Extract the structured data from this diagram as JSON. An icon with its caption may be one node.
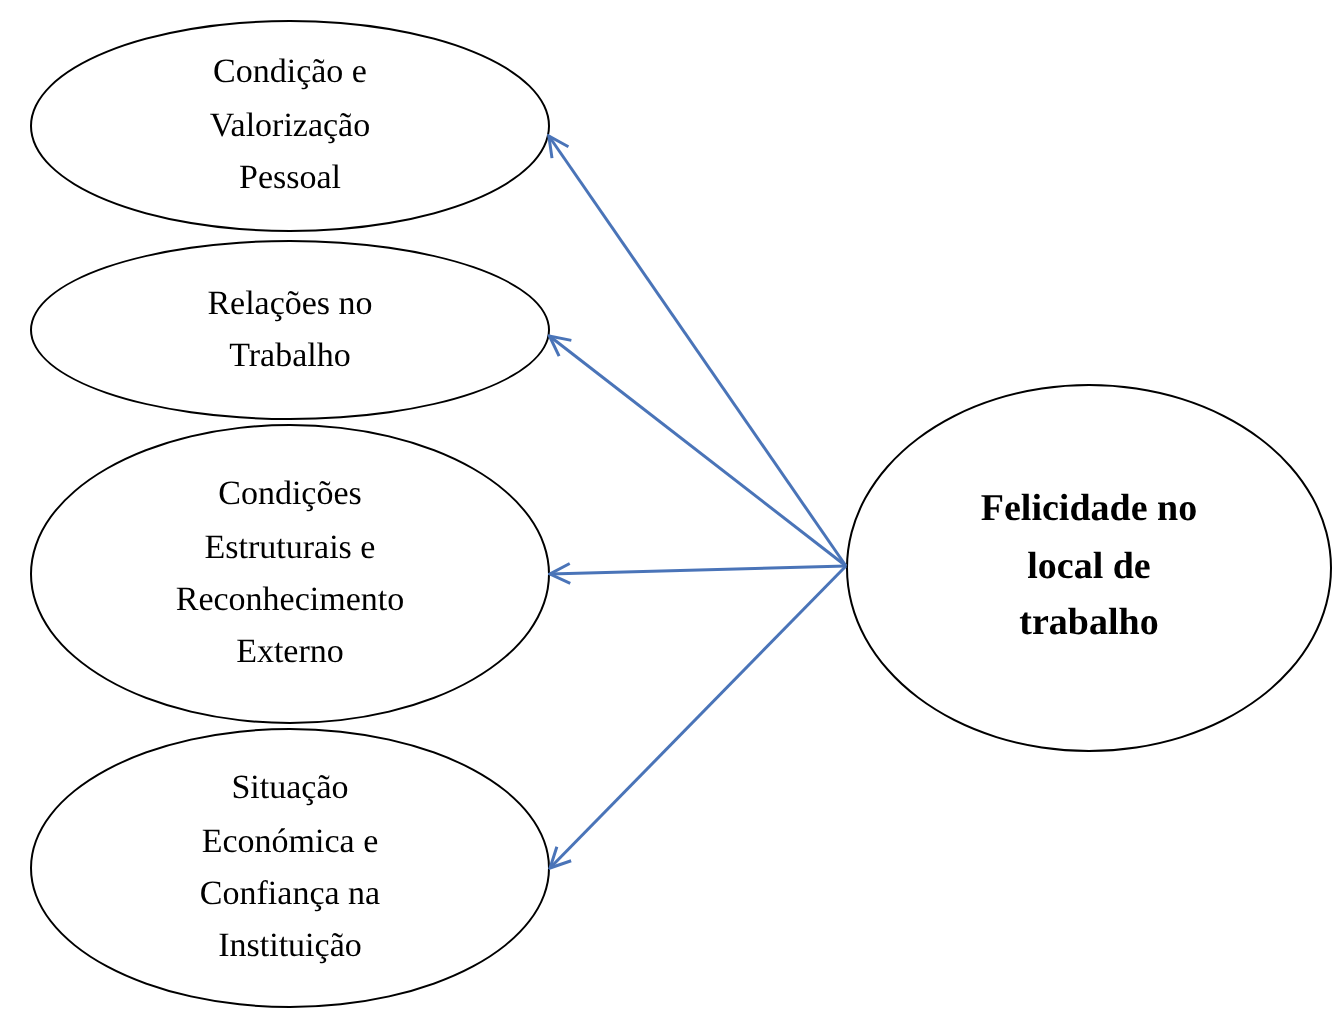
{
  "diagram": {
    "nodes": [
      {
        "text": [
          "Condição e Valorização Pessoal"
        ]
      },
      {
        "text": [
          "Relações no Trabalho"
        ]
      },
      {
        "text": [
          "Condições Estruturais e Reconhecimento Externo"
        ]
      },
      {
        "text": [
          "Situação Económica e Confiança na Instituição"
        ]
      },
      {
        "text": [
          "Felicidade no local de trabalho"
        ]
      }
    ],
    "edges": [
      {
        "from": 4,
        "to": 0,
        "arrow": "to"
      },
      {
        "from": 4,
        "to": 1,
        "arrow": "to"
      },
      {
        "from": 4,
        "to": 2,
        "arrow": "to"
      },
      {
        "from": 4,
        "to": 3,
        "arrow": "to"
      }
    ]
  }
}
